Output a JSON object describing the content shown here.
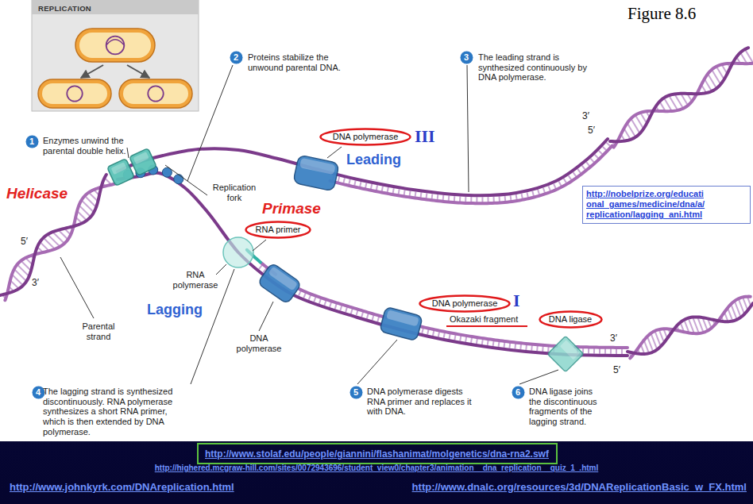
{
  "diagram": {
    "nodes": [
      {
        "text": [
          "REPLICATION"
        ]
      },
      {
        "text": [
          "2"
        ]
      },
      {
        "text": [
          "3"
        ]
      },
      {
        "text": [
          "DNA polymerase"
        ]
      },
      {
        "text": [
          "1"
        ]
      },
      {
        "text": [
          "http://nobelprize.org/educati onal_games/medicine/dna/a/ replication/lagging_ani.html"
        ]
      },
      {
        "text": [
          "RNA primer"
        ]
      },
      {
        "text": [
          "DNA polymerase"
        ]
      },
      {
        "text": [
          "DNA ligase"
        ]
      },
      {
        "text": [
          "4"
        ]
      },
      {
        "text": [
          "5"
        ]
      },
      {
        "text": [
          "6"
        ]
      },
      {
        "text": [
          "http://www.stolaf.edu/people/giannini/flashanimat/molgenetics/dna-rna2.swf"
        ]
      }
    ],
    "labels": [
      "Figure 8.6",
      "Proteins stabilize the unwound parental DNA.",
      "The leading strand is synthesized continuously by DNA polymerase.",
      "III",
      "Enzymes unwind the parental double helix.",
      "Leading",
      "3′",
      "5′",
      "Helicase",
      "Replication fork",
      "Primase",
      "RNA polymerase",
      "I",
      "Okazaki fragment",
      "5′",
      "3′",
      "Parental strand",
      "Lagging",
      "DNA polymerase",
      "3′",
      "5′",
      "The lagging strand is synthesized discontinuously. RNA polymerase synthesizes a short RNA primer, which is then extended by DNA polymerase.",
      "DNA polymerase digests RNA primer and replaces it with DNA.",
      "DNA ligase joins the discontinuous fragments of the lagging strand.",
      "http://highered.mcgraw-hill.com/sites/0072943696/student_view0/chapter3/animation__dna_replication__quiz_1_.html",
      "http://www.johnkyrk.com/DNAreplication.html",
      "http://www.dnalc.org/resources/3d/DNAReplicationBasic_w_FX.html"
    ]
  }
}
